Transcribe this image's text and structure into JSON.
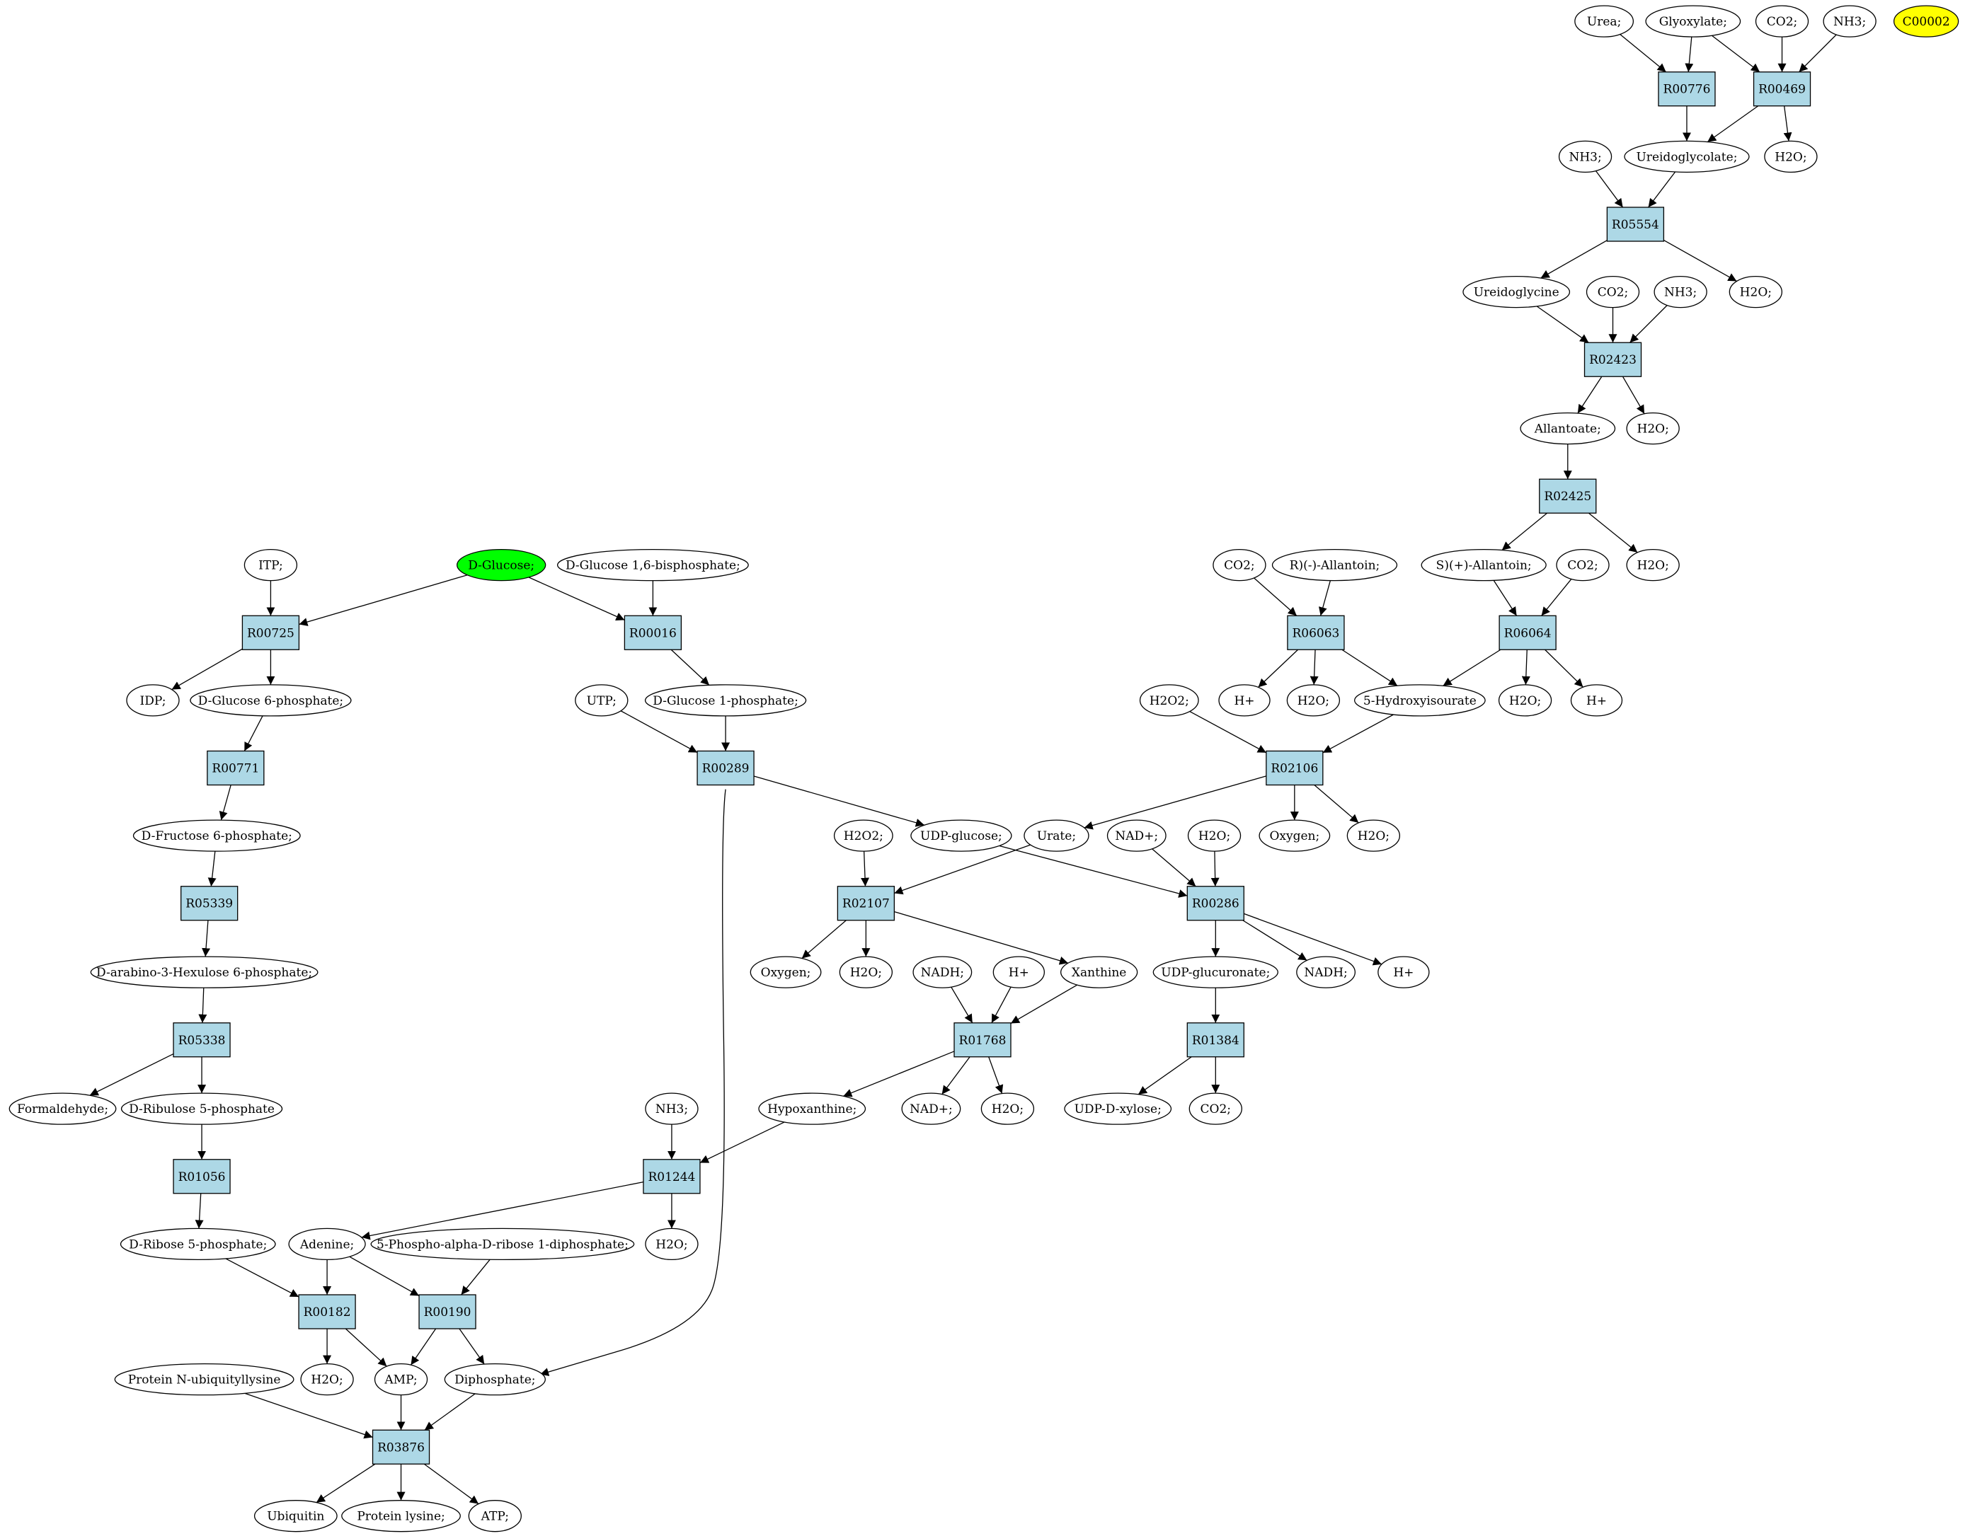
{
  "colors": {
    "reaction_fill": "#add8e6",
    "compound_fill": "#ffffff",
    "start_compound_fill": "#00ff00",
    "target_compound_fill": "#ffff00",
    "stroke": "#000000"
  },
  "nodes": [
    {
      "id": "Urea",
      "label": "Urea;",
      "type": "compound"
    },
    {
      "id": "Glyoxylate",
      "label": "Glyoxylate;",
      "type": "compound"
    },
    {
      "id": "CO2_a",
      "label": "CO2;",
      "type": "compound"
    },
    {
      "id": "NH3_a",
      "label": "NH3;",
      "type": "compound"
    },
    {
      "id": "C00002",
      "label": "C00002",
      "type": "compound",
      "highlight": "target"
    },
    {
      "id": "R00776",
      "label": "R00776",
      "type": "reaction"
    },
    {
      "id": "R00469",
      "label": "R00469",
      "type": "reaction"
    },
    {
      "id": "NH3_b",
      "label": "NH3;",
      "type": "compound"
    },
    {
      "id": "Ureidoglycolate",
      "label": "Ureidoglycolate;",
      "type": "compound"
    },
    {
      "id": "H2O_a",
      "label": "H2O;",
      "type": "compound"
    },
    {
      "id": "R05554",
      "label": "R05554",
      "type": "reaction"
    },
    {
      "id": "Ureidoglycine",
      "label": "Ureidoglycine",
      "type": "compound"
    },
    {
      "id": "CO2_b",
      "label": "CO2;",
      "type": "compound"
    },
    {
      "id": "NH3_c",
      "label": "NH3;",
      "type": "compound"
    },
    {
      "id": "H2O_b",
      "label": "H2O;",
      "type": "compound"
    },
    {
      "id": "R02423",
      "label": "R02423",
      "type": "reaction"
    },
    {
      "id": "Allantoate",
      "label": "Allantoate;",
      "type": "compound"
    },
    {
      "id": "H2O_c",
      "label": "H2O;",
      "type": "compound"
    },
    {
      "id": "R02425",
      "label": "R02425",
      "type": "reaction"
    },
    {
      "id": "CO2_c",
      "label": "CO2;",
      "type": "compound"
    },
    {
      "id": "RAllantoin",
      "label": "R)(-)-Allantoin;",
      "type": "compound"
    },
    {
      "id": "SAllantoin",
      "label": "S)(+)-Allantoin;",
      "type": "compound"
    },
    {
      "id": "CO2_d",
      "label": "CO2;",
      "type": "compound"
    },
    {
      "id": "H2O_d",
      "label": "H2O;",
      "type": "compound"
    },
    {
      "id": "ITP",
      "label": "ITP;",
      "type": "compound"
    },
    {
      "id": "DGlucose",
      "label": "D-Glucose;",
      "type": "compound",
      "highlight": "start"
    },
    {
      "id": "DG16BP",
      "label": "D-Glucose 1,6-bisphosphate;",
      "type": "compound"
    },
    {
      "id": "R06063",
      "label": "R06063",
      "type": "reaction"
    },
    {
      "id": "R06064",
      "label": "R06064",
      "type": "reaction"
    },
    {
      "id": "R00725",
      "label": "R00725",
      "type": "reaction"
    },
    {
      "id": "R00016",
      "label": "R00016",
      "type": "reaction"
    },
    {
      "id": "IDP",
      "label": "IDP;",
      "type": "compound"
    },
    {
      "id": "DG6P",
      "label": "D-Glucose 6-phosphate;",
      "type": "compound"
    },
    {
      "id": "UTP",
      "label": "UTP;",
      "type": "compound"
    },
    {
      "id": "DG1P",
      "label": "D-Glucose 1-phosphate;",
      "type": "compound"
    },
    {
      "id": "H2O2_a",
      "label": "H2O2;",
      "type": "compound"
    },
    {
      "id": "Hplus_a",
      "label": "H+",
      "type": "compound"
    },
    {
      "id": "H2O_e",
      "label": "H2O;",
      "type": "compound"
    },
    {
      "id": "HIU",
      "label": "5-Hydroxyisourate",
      "type": "compound"
    },
    {
      "id": "H2O_f",
      "label": "H2O;",
      "type": "compound"
    },
    {
      "id": "Hplus_b",
      "label": "H+",
      "type": "compound"
    },
    {
      "id": "R00771",
      "label": "R00771",
      "type": "reaction"
    },
    {
      "id": "R00289",
      "label": "R00289",
      "type": "reaction"
    },
    {
      "id": "R02106",
      "label": "R02106",
      "type": "reaction"
    },
    {
      "id": "DF6P",
      "label": "D-Fructose 6-phosphate;",
      "type": "compound"
    },
    {
      "id": "H2O2_b",
      "label": "H2O2;",
      "type": "compound"
    },
    {
      "id": "UDPglucose",
      "label": "UDP-glucose;",
      "type": "compound"
    },
    {
      "id": "Urate",
      "label": "Urate;",
      "type": "compound"
    },
    {
      "id": "NADplus_a",
      "label": "NAD+;",
      "type": "compound"
    },
    {
      "id": "H2O_g",
      "label": "H2O;",
      "type": "compound"
    },
    {
      "id": "Oxygen_a",
      "label": "Oxygen;",
      "type": "compound"
    },
    {
      "id": "H2O_h",
      "label": "H2O;",
      "type": "compound"
    },
    {
      "id": "R05339",
      "label": "R05339",
      "type": "reaction"
    },
    {
      "id": "R02107",
      "label": "R02107",
      "type": "reaction"
    },
    {
      "id": "R00286",
      "label": "R00286",
      "type": "reaction"
    },
    {
      "id": "DA3H6P",
      "label": "D-arabino-3-Hexulose 6-phosphate;",
      "type": "compound"
    },
    {
      "id": "Oxygen_b",
      "label": "Oxygen;",
      "type": "compound"
    },
    {
      "id": "H2O_i",
      "label": "H2O;",
      "type": "compound"
    },
    {
      "id": "NADH_a",
      "label": "NADH;",
      "type": "compound"
    },
    {
      "id": "Hplus_c",
      "label": "H+",
      "type": "compound"
    },
    {
      "id": "Xanthine",
      "label": "Xanthine",
      "type": "compound"
    },
    {
      "id": "UDPglucuronate",
      "label": "UDP-glucuronate;",
      "type": "compound"
    },
    {
      "id": "NADH_b",
      "label": "NADH;",
      "type": "compound"
    },
    {
      "id": "Hplus_d",
      "label": "H+",
      "type": "compound"
    },
    {
      "id": "R05338",
      "label": "R05338",
      "type": "reaction"
    },
    {
      "id": "R01768",
      "label": "R01768",
      "type": "reaction"
    },
    {
      "id": "R01384",
      "label": "R01384",
      "type": "reaction"
    },
    {
      "id": "Formaldehyde",
      "label": "Formaldehyde;",
      "type": "compound"
    },
    {
      "id": "DRu5P",
      "label": "D-Ribulose 5-phosphate",
      "type": "compound"
    },
    {
      "id": "NH3_d",
      "label": "NH3;",
      "type": "compound"
    },
    {
      "id": "Hypoxanthine",
      "label": "Hypoxanthine;",
      "type": "compound"
    },
    {
      "id": "NADplus_b",
      "label": "NAD+;",
      "type": "compound"
    },
    {
      "id": "H2O_j",
      "label": "H2O;",
      "type": "compound"
    },
    {
      "id": "UDPxylose",
      "label": "UDP-D-xylose;",
      "type": "compound"
    },
    {
      "id": "CO2_e",
      "label": "CO2;",
      "type": "compound"
    },
    {
      "id": "R01056",
      "label": "R01056",
      "type": "reaction"
    },
    {
      "id": "R01244",
      "label": "R01244",
      "type": "reaction"
    },
    {
      "id": "DR5P",
      "label": "D-Ribose 5-phosphate;",
      "type": "compound"
    },
    {
      "id": "Adenine",
      "label": "Adenine;",
      "type": "compound"
    },
    {
      "id": "PRPP",
      "label": "5-Phospho-alpha-D-ribose 1-diphosphate;",
      "type": "compound"
    },
    {
      "id": "H2O_k",
      "label": "H2O;",
      "type": "compound"
    },
    {
      "id": "R00182",
      "label": "R00182",
      "type": "reaction"
    },
    {
      "id": "R00190",
      "label": "R00190",
      "type": "reaction"
    },
    {
      "id": "ProtNUbLys",
      "label": "Protein N-ubiquityllysine",
      "type": "compound"
    },
    {
      "id": "H2O_l",
      "label": "H2O;",
      "type": "compound"
    },
    {
      "id": "AMP",
      "label": "AMP;",
      "type": "compound"
    },
    {
      "id": "Diphosphate",
      "label": "Diphosphate;",
      "type": "compound"
    },
    {
      "id": "R03876",
      "label": "R03876",
      "type": "reaction"
    },
    {
      "id": "Ubiquitin",
      "label": "Ubiquitin",
      "type": "compound"
    },
    {
      "id": "ProtLys",
      "label": "Protein lysine;",
      "type": "compound"
    },
    {
      "id": "ATP",
      "label": "ATP;",
      "type": "compound"
    }
  ],
  "edges": [
    [
      "Urea",
      "R00776"
    ],
    [
      "Glyoxylate",
      "R00776"
    ],
    [
      "Glyoxylate",
      "R00469"
    ],
    [
      "CO2_a",
      "R00469"
    ],
    [
      "NH3_a",
      "R00469"
    ],
    [
      "R00776",
      "Ureidoglycolate"
    ],
    [
      "R00469",
      "Ureidoglycolate"
    ],
    [
      "R00469",
      "H2O_a"
    ],
    [
      "NH3_b",
      "R05554"
    ],
    [
      "Ureidoglycolate",
      "R05554"
    ],
    [
      "R05554",
      "Ureidoglycine"
    ],
    [
      "R05554",
      "H2O_b"
    ],
    [
      "Ureidoglycine",
      "R02423"
    ],
    [
      "CO2_b",
      "R02423"
    ],
    [
      "NH3_c",
      "R02423"
    ],
    [
      "R02423",
      "Allantoate"
    ],
    [
      "R02423",
      "H2O_c"
    ],
    [
      "Allantoate",
      "R02425"
    ],
    [
      "R02425",
      "SAllantoin"
    ],
    [
      "R02425",
      "H2O_d"
    ],
    [
      "CO2_c",
      "R06063"
    ],
    [
      "RAllantoin",
      "R06063"
    ],
    [
      "SAllantoin",
      "R06064"
    ],
    [
      "CO2_d",
      "R06064"
    ],
    [
      "R06063",
      "Hplus_a"
    ],
    [
      "R06063",
      "H2O_e"
    ],
    [
      "R06063",
      "HIU"
    ],
    [
      "R06064",
      "HIU"
    ],
    [
      "R06064",
      "H2O_f"
    ],
    [
      "R06064",
      "Hplus_b"
    ],
    [
      "ITP",
      "R00725"
    ],
    [
      "DGlucose",
      "R00725"
    ],
    [
      "DGlucose",
      "R00016"
    ],
    [
      "DG16BP",
      "R00016"
    ],
    [
      "R00725",
      "IDP"
    ],
    [
      "R00725",
      "DG6P"
    ],
    [
      "R00016",
      "DG1P"
    ],
    [
      "DG6P",
      "R00771"
    ],
    [
      "UTP",
      "R00289"
    ],
    [
      "DG1P",
      "R00289"
    ],
    [
      "H2O2_a",
      "R02106"
    ],
    [
      "HIU",
      "R02106"
    ],
    [
      "R00771",
      "DF6P"
    ],
    [
      "R00289",
      "UDPglucose"
    ],
    [
      "R00289",
      "Diphosphate"
    ],
    [
      "R02106",
      "Urate"
    ],
    [
      "R02106",
      "Oxygen_a"
    ],
    [
      "R02106",
      "H2O_h"
    ],
    [
      "DF6P",
      "R05339"
    ],
    [
      "H2O2_b",
      "R02107"
    ],
    [
      "Urate",
      "R02107"
    ],
    [
      "UDPglucose",
      "R00286"
    ],
    [
      "NADplus_a",
      "R00286"
    ],
    [
      "H2O_g",
      "R00286"
    ],
    [
      "R05339",
      "DA3H6P"
    ],
    [
      "R02107",
      "Oxygen_b"
    ],
    [
      "R02107",
      "H2O_i"
    ],
    [
      "R02107",
      "Xanthine"
    ],
    [
      "R00286",
      "UDPglucuronate"
    ],
    [
      "R00286",
      "NADH_b"
    ],
    [
      "R00286",
      "Hplus_d"
    ],
    [
      "DA3H6P",
      "R05338"
    ],
    [
      "NADH_a",
      "R01768"
    ],
    [
      "Hplus_c",
      "R01768"
    ],
    [
      "Xanthine",
      "R01768"
    ],
    [
      "UDPglucuronate",
      "R01384"
    ],
    [
      "R05338",
      "Formaldehyde"
    ],
    [
      "R05338",
      "DRu5P"
    ],
    [
      "R01768",
      "Hypoxanthine"
    ],
    [
      "R01768",
      "NADplus_b"
    ],
    [
      "R01768",
      "H2O_j"
    ],
    [
      "R01384",
      "UDPxylose"
    ],
    [
      "R01384",
      "CO2_e"
    ],
    [
      "DRu5P",
      "R01056"
    ],
    [
      "NH3_d",
      "R01244"
    ],
    [
      "Hypoxanthine",
      "R01244"
    ],
    [
      "R01056",
      "DR5P"
    ],
    [
      "R01244",
      "Adenine"
    ],
    [
      "R01244",
      "H2O_k"
    ],
    [
      "DR5P",
      "R00182"
    ],
    [
      "Adenine",
      "R00182"
    ],
    [
      "Adenine",
      "R00190"
    ],
    [
      "PRPP",
      "R00190"
    ],
    [
      "R00182",
      "H2O_l"
    ],
    [
      "R00182",
      "AMP"
    ],
    [
      "R00190",
      "AMP"
    ],
    [
      "R00190",
      "Diphosphate"
    ],
    [
      "ProtNUbLys",
      "R03876"
    ],
    [
      "AMP",
      "R03876"
    ],
    [
      "Diphosphate",
      "R03876"
    ],
    [
      "R03876",
      "Ubiquitin"
    ],
    [
      "R03876",
      "ProtLys"
    ],
    [
      "R03876",
      "ATP"
    ]
  ]
}
